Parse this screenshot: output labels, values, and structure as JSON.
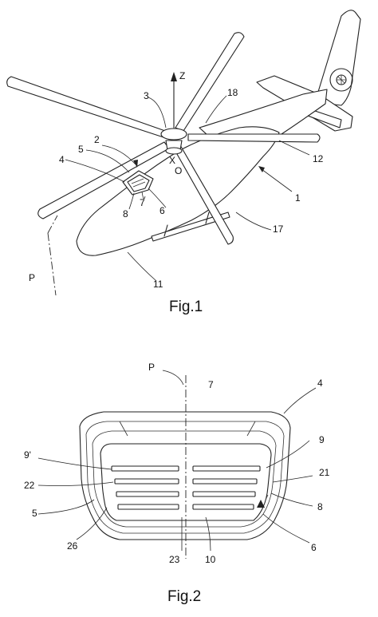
{
  "figure1": {
    "caption": "Fig.1",
    "labels": {
      "z": "Z",
      "x": "X",
      "o": "O",
      "p": "P",
      "n1": "1",
      "n2": "2",
      "n3": "3",
      "n4": "4",
      "n5": "5",
      "n6": "6",
      "n7": "7",
      "n8": "8",
      "n11": "11",
      "n12": "12",
      "n17": "17",
      "n18": "18"
    }
  },
  "figure2": {
    "caption": "Fig.2",
    "labels": {
      "p": "P",
      "n4": "4",
      "n5": "5",
      "n6": "6",
      "n7": "7",
      "n8": "8",
      "n9": "9",
      "n9p": "9'",
      "n10": "10",
      "n21": "21",
      "n22": "22",
      "n23": "23",
      "n26": "26"
    }
  }
}
